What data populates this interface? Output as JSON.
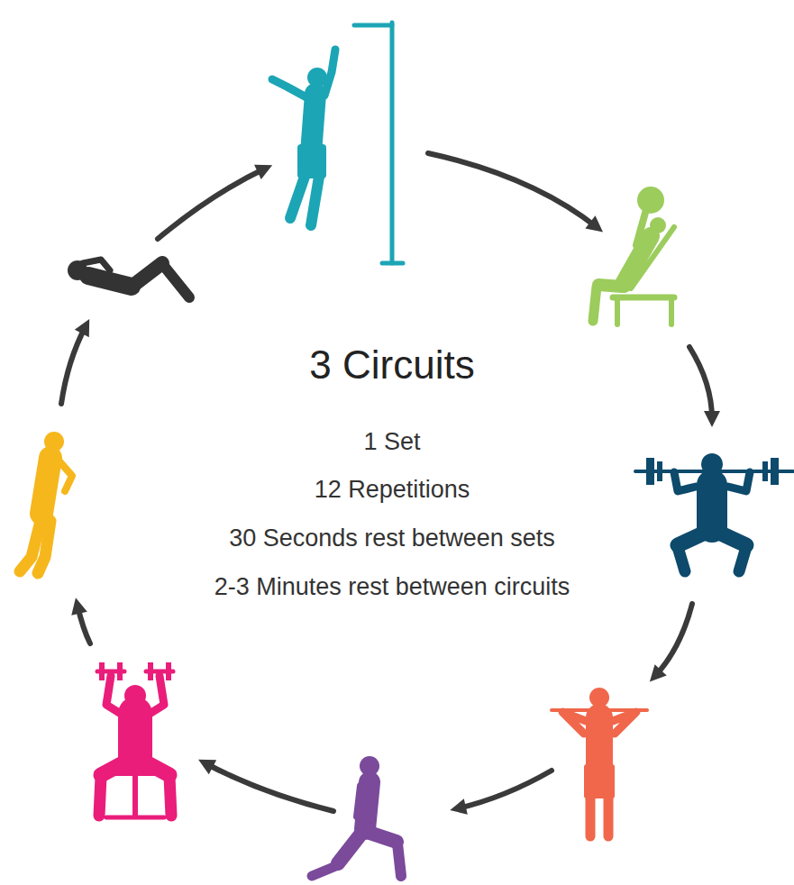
{
  "diagram": {
    "title": "3 Circuits",
    "labels": [
      "1 Set",
      "12 Repetitions",
      "30 Seconds rest between sets",
      "2-3 Minutes rest between circuits"
    ]
  }
}
